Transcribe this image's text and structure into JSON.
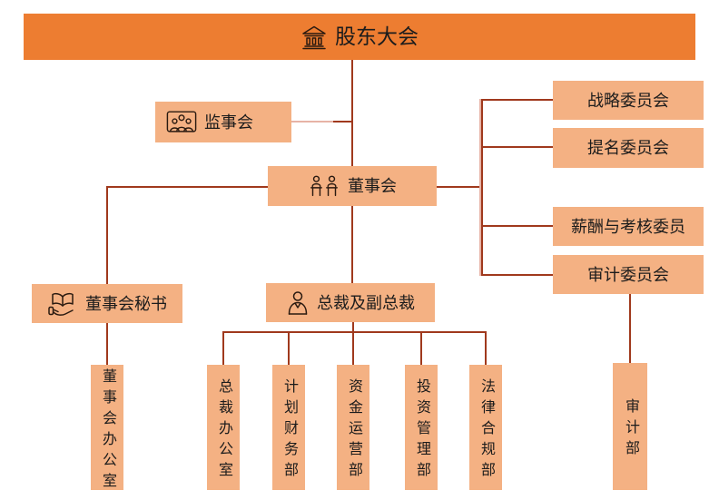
{
  "colors": {
    "banner_fill": "#ED7D31",
    "node_fill": "#F4B183",
    "connector": "#A0391D",
    "connector_light": "#E7B3A6",
    "text": "#1C1C1C"
  },
  "org_chart": {
    "root": {
      "label": "股东大会",
      "icon": "bank-icon"
    },
    "supervisory_board": {
      "label": "监事会",
      "icon": "audience-icon"
    },
    "board_of_directors": {
      "label": "董事会",
      "icon": "meeting-icon"
    },
    "committees": [
      {
        "label": "战略委员会"
      },
      {
        "label": "提名委员会"
      },
      {
        "label": "薪酬与考核委员"
      },
      {
        "label": "审计委员会"
      }
    ],
    "board_secretary": {
      "label": "董事会秘书",
      "icon": "book-hand-icon"
    },
    "president": {
      "label": "总裁及副总裁",
      "icon": "person-icon"
    },
    "departments": [
      {
        "label": "董事会办公室"
      },
      {
        "label": "总裁办公室"
      },
      {
        "label": "计划财务部"
      },
      {
        "label": "资金运营部"
      },
      {
        "label": "投资管理部"
      },
      {
        "label": "法律合规部"
      },
      {
        "label": "审计部"
      }
    ]
  }
}
